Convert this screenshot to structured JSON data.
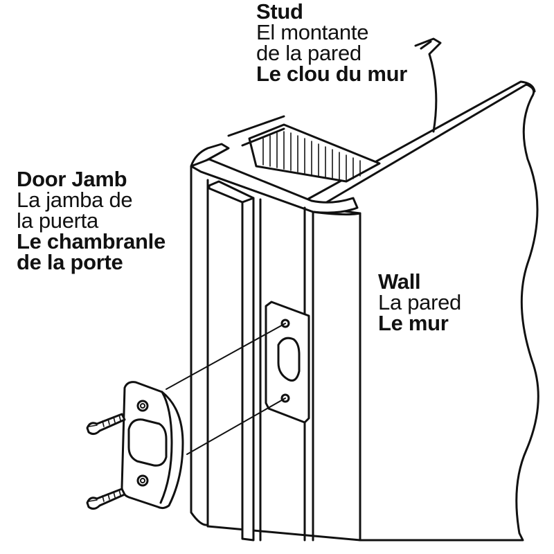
{
  "labels": {
    "stud": {
      "english": "Stud",
      "spanish_line1": "El montante",
      "spanish_line2": "de la pared",
      "french": "Le clou du mur"
    },
    "door_jamb": {
      "english": "Door Jamb",
      "spanish_line1": "La jamba de",
      "spanish_line2": "la puerta",
      "french_line1": "Le chambranle",
      "french_line2": "de la porte"
    },
    "wall": {
      "english": "Wall",
      "spanish": "La pared",
      "french": "Le mur"
    }
  },
  "colors": {
    "line": "#111111",
    "background": "#ffffff"
  }
}
